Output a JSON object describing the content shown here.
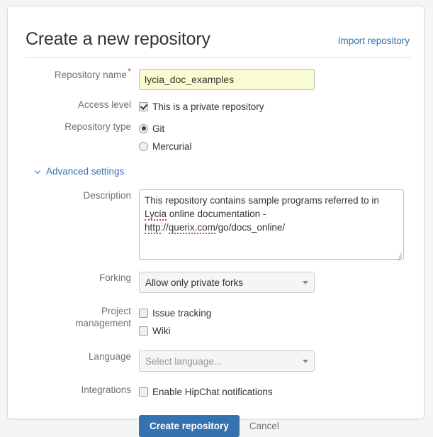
{
  "header": {
    "title": "Create a new repository",
    "import_link": "Import repository"
  },
  "form": {
    "repository_name": {
      "label": "Repository name",
      "required_marker": "*",
      "value": "lycia_doc_examples"
    },
    "access_level": {
      "label": "Access level",
      "checkbox_label": "This is a private repository",
      "checked": true
    },
    "repository_type": {
      "label": "Repository type",
      "options": [
        {
          "label": "Git",
          "selected": true
        },
        {
          "label": "Mercurial",
          "selected": false
        }
      ]
    },
    "advanced_settings": {
      "label": "Advanced settings",
      "icon": "chevron-down-icon",
      "expanded": true
    },
    "description": {
      "label": "Description",
      "line1": "This repository contains sample programs referred to in",
      "line2_word": "Lycia",
      "line2_rest": " online documentation -",
      "line3_scheme": "http",
      "line3_sep": "://",
      "line3_host": "querix.com",
      "line3_path": "/go/docs_online/"
    },
    "forking": {
      "label": "Forking",
      "selected": "Allow only private forks"
    },
    "project_management": {
      "label_line1": "Project",
      "label_line2": "management",
      "options": [
        {
          "label": "Issue tracking",
          "checked": false
        },
        {
          "label": "Wiki",
          "checked": false
        }
      ]
    },
    "language": {
      "label": "Language",
      "placeholder": "Select language..."
    },
    "integrations": {
      "label": "Integrations",
      "checkbox_label": "Enable HipChat notifications",
      "checked": false
    },
    "actions": {
      "submit_label": "Create repository",
      "cancel_label": "Cancel"
    }
  },
  "colors": {
    "link": "#3572b0",
    "primary_button": "#3572b0",
    "required": "#d04437",
    "input_autofill": "#fbfbd2",
    "label_text": "#707070"
  }
}
